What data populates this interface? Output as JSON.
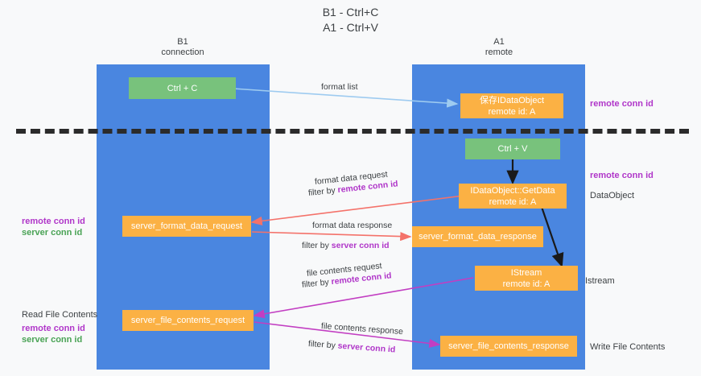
{
  "title": "B1 - Ctrl+C\nA1 - Ctrl+V",
  "colors": {
    "lane": "#4a86e0",
    "green_node": "#78c27c",
    "orange_node": "#fbb144",
    "purple_text": "#b036c9",
    "green_text": "#4aa355",
    "divider": "#2b2b2b",
    "arrow_blue": "#9ecbf0",
    "arrow_red": "#f4726a",
    "arrow_magenta": "#c23ec2",
    "arrow_black": "#1a1a1a"
  },
  "lanes": [
    {
      "id": "b1",
      "title": "B1\nconnection"
    },
    {
      "id": "a1",
      "title": "A1\nremote"
    }
  ],
  "nodes": [
    {
      "id": "ctrl-c",
      "label": "Ctrl + C",
      "sub": ""
    },
    {
      "id": "save-idataobject",
      "label": "保存IDataObject",
      "sub": "remote id: A"
    },
    {
      "id": "ctrl-v",
      "label": "Ctrl + V",
      "sub": ""
    },
    {
      "id": "idataobject-getdata",
      "label": "IDataObject::GetData",
      "sub": "remote id: A"
    },
    {
      "id": "server-format-data-request",
      "label": "server_format_data_request",
      "sub": ""
    },
    {
      "id": "server-format-data-response",
      "label": "server_format_data_response",
      "sub": ""
    },
    {
      "id": "istream",
      "label": "IStream",
      "sub": "remote id: A"
    },
    {
      "id": "server-file-contents-request",
      "label": "server_file_contents_request",
      "sub": ""
    },
    {
      "id": "server-file-contents-response",
      "label": "server_file_contents_response",
      "sub": ""
    }
  ],
  "right_labels": [
    {
      "id": "right-remote-conn-id-1",
      "text": "remote conn id"
    },
    {
      "id": "right-remote-conn-id-2",
      "text": "remote conn id"
    },
    {
      "id": "right-dataobject",
      "text": "DataObject"
    },
    {
      "id": "right-istream",
      "text": "Istream"
    },
    {
      "id": "right-write-file-contents",
      "text": "Write File Contents"
    }
  ],
  "left_labels": [
    {
      "id": "left-remote-conn-id-1",
      "text": "remote conn id"
    },
    {
      "id": "left-server-conn-id-1",
      "text": "server conn id"
    },
    {
      "id": "left-read-file-contents",
      "text": "Read File Contents"
    },
    {
      "id": "left-remote-conn-id-2",
      "text": "remote conn id"
    },
    {
      "id": "left-server-conn-id-2",
      "text": "server conn id"
    }
  ],
  "edges": [
    {
      "id": "format-list",
      "label": "format list",
      "filter": ""
    },
    {
      "id": "format-data-request",
      "label": "format data request",
      "filter_prefix": "filter by ",
      "filter": "remote conn id"
    },
    {
      "id": "format-data-response",
      "label": "format data response",
      "filter_prefix": "filter by ",
      "filter": "server conn id"
    },
    {
      "id": "file-contents-request",
      "label": "file contents request",
      "filter_prefix": "filter by ",
      "filter": "remote conn id"
    },
    {
      "id": "file-contents-response",
      "label": "file contents response",
      "filter_prefix": "filter by ",
      "filter": "server conn id"
    }
  ]
}
